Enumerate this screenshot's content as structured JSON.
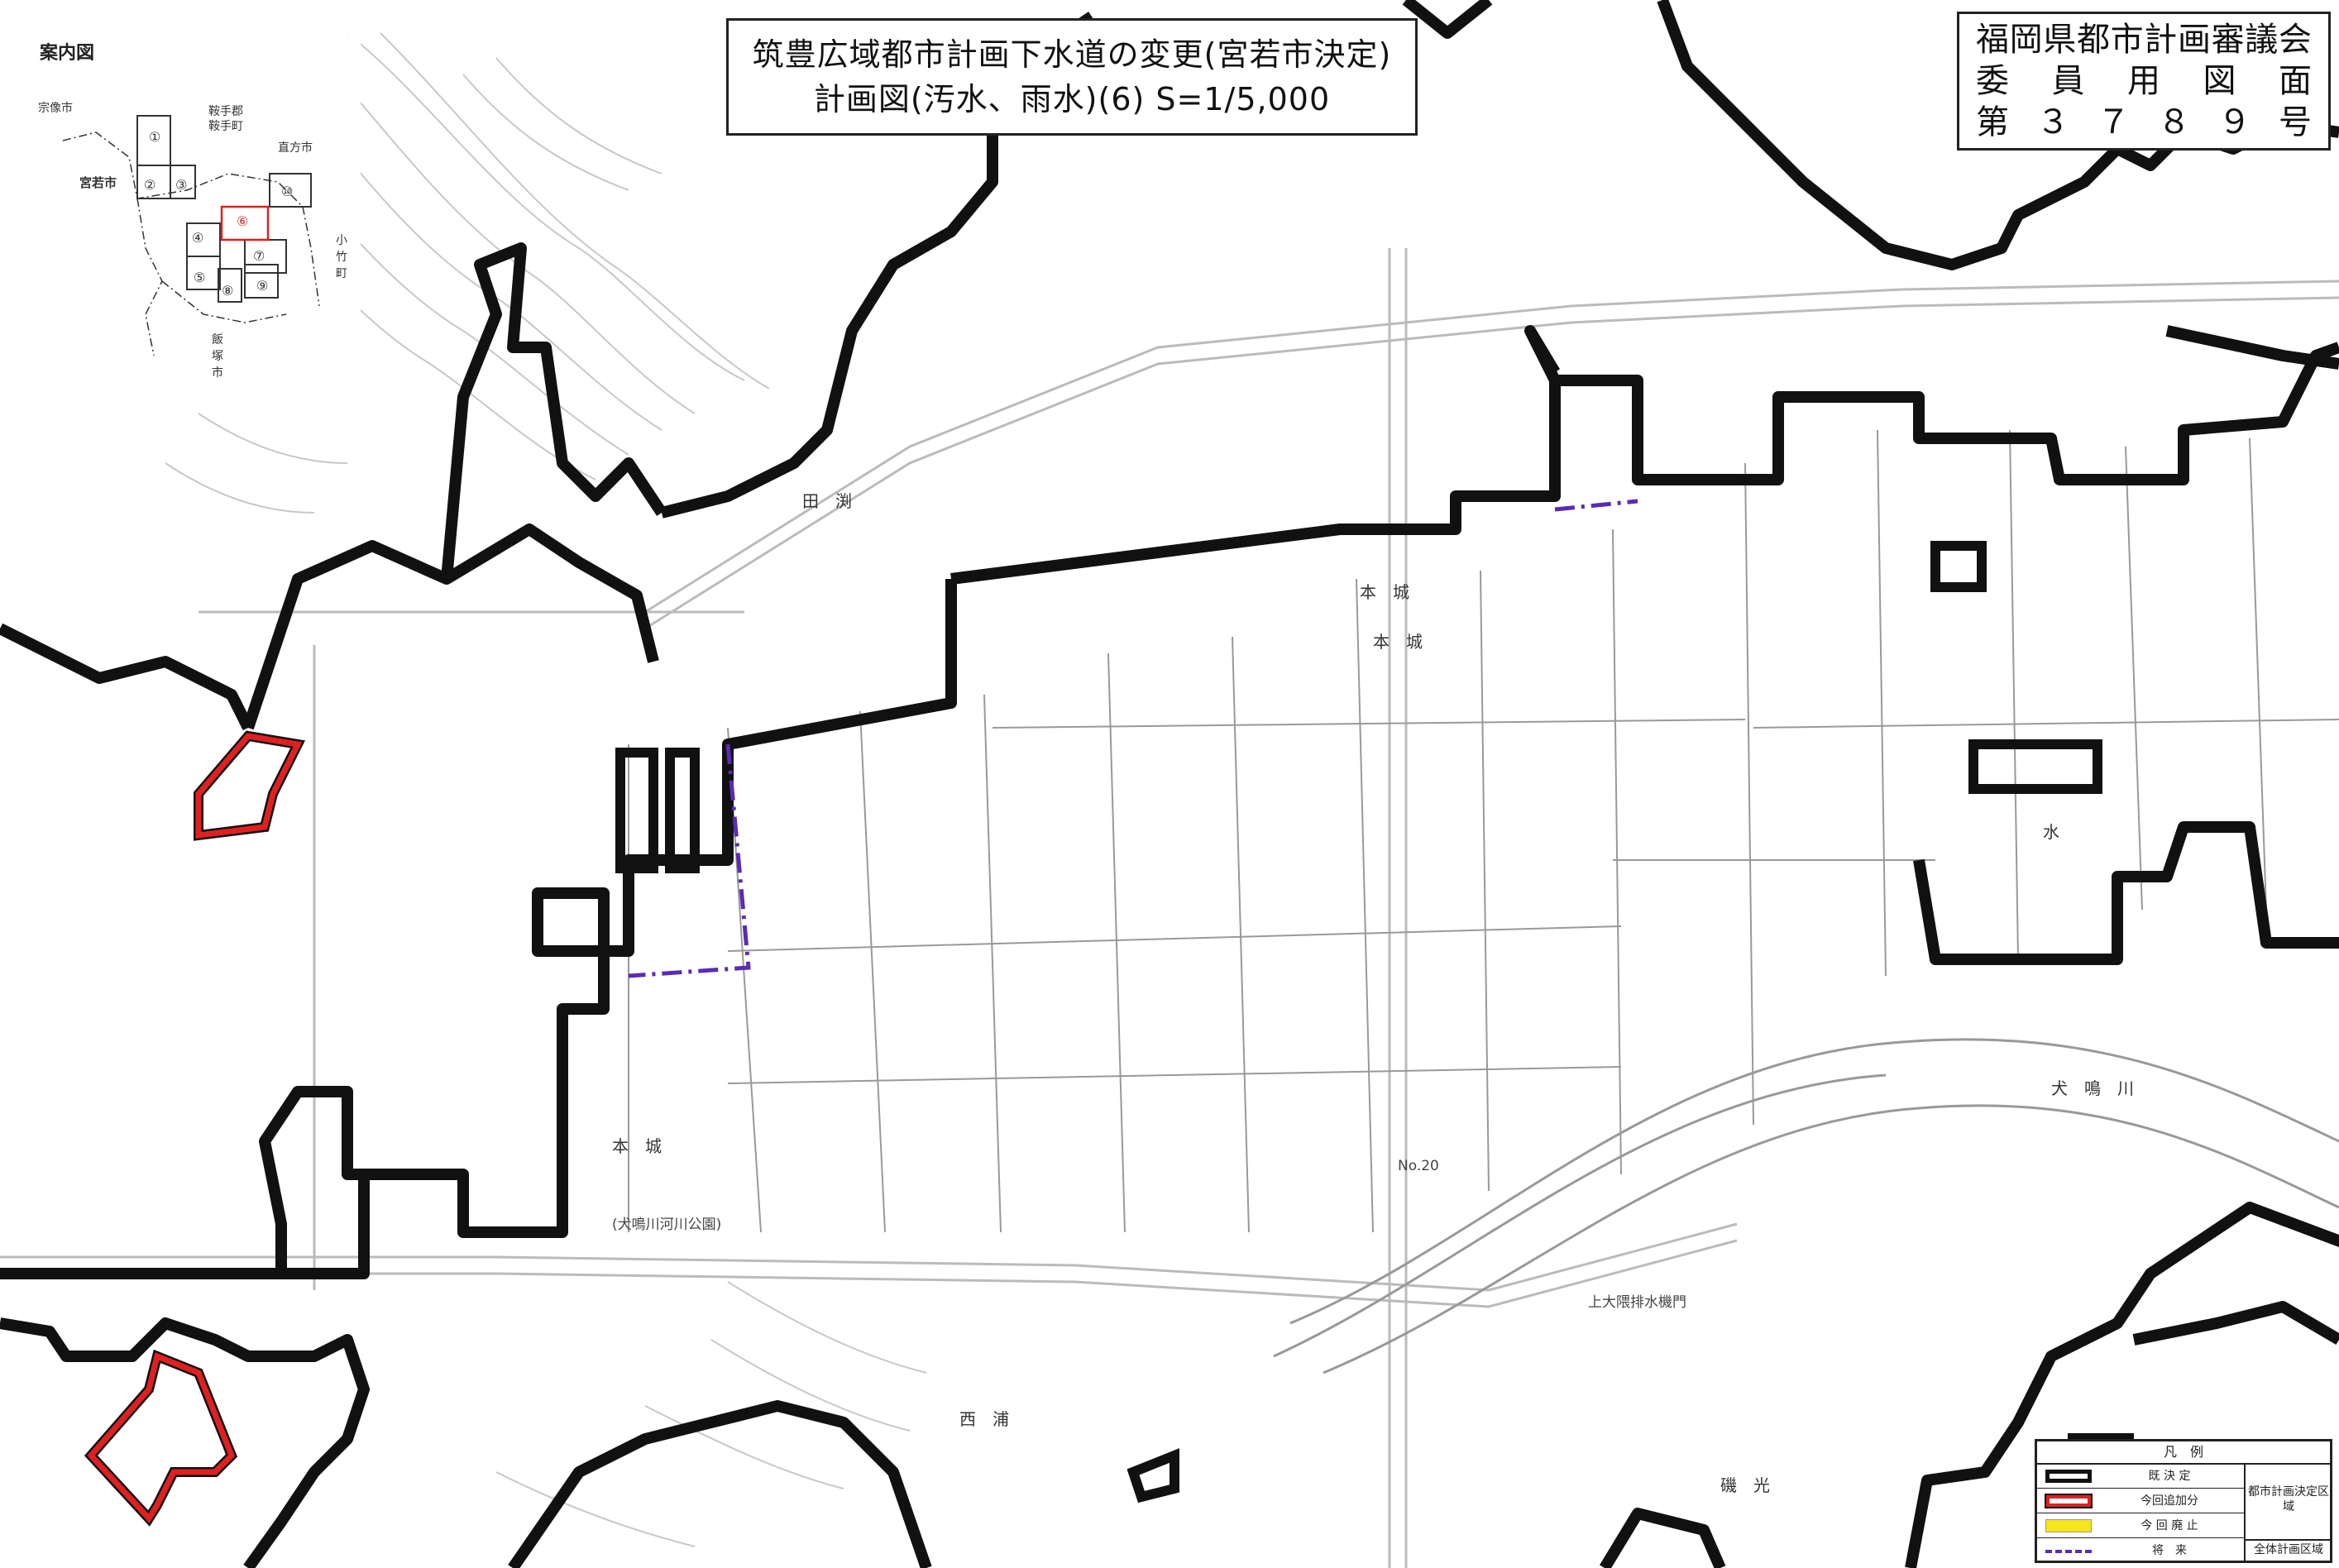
{
  "title": {
    "line1": "筑豊広域都市計画下水道の変更(宮若市決定)",
    "line2": "計画図(汚水、雨水)(6)  S=1/5,000"
  },
  "council": {
    "row1": [
      "福",
      "岡",
      "県",
      "都",
      "市",
      "計",
      "画",
      "審",
      "議",
      "会"
    ],
    "row2": [
      "委",
      "員",
      "用",
      "図",
      "面"
    ],
    "row3": [
      "第",
      "３",
      "７",
      "８",
      "９",
      "号"
    ]
  },
  "index_map": {
    "title": "案内図",
    "places": {
      "munakata": "宗像市",
      "kurate_gun": "鞍手郡",
      "kurate_machi": "鞍手町",
      "nogata": "直方市",
      "miyawaka": "宮若市",
      "kotake": "小竹町",
      "iizuka": "飯塚市"
    },
    "sheets": [
      {
        "id": "1",
        "label": "①",
        "active": false
      },
      {
        "id": "2",
        "label": "②",
        "active": false
      },
      {
        "id": "3",
        "label": "③",
        "active": false
      },
      {
        "id": "4",
        "label": "④",
        "active": false
      },
      {
        "id": "5",
        "label": "⑤",
        "active": false
      },
      {
        "id": "6",
        "label": "⑥",
        "active": true
      },
      {
        "id": "7",
        "label": "⑦",
        "active": false
      },
      {
        "id": "8",
        "label": "⑧",
        "active": false
      },
      {
        "id": "9",
        "label": "⑨",
        "active": false
      },
      {
        "id": "10",
        "label": "⑩",
        "active": false
      }
    ]
  },
  "legend": {
    "heading": "凡　例",
    "rows": [
      {
        "label": "既 決 定",
        "color": "#111111",
        "style": "thick-black"
      },
      {
        "label": "今回追加分",
        "color": "#e02020",
        "style": "red"
      },
      {
        "label": "今 回 廃 止",
        "color": "#f5e51a",
        "style": "yellow"
      },
      {
        "label": "将　来",
        "color": "#5b2bb5",
        "style": "dash-purple"
      }
    ],
    "right_top": "都市計画決定区域",
    "right_bottom": "全体計画区域"
  },
  "map_labels": {
    "honjo1": "本　城",
    "honjo2": "本　城",
    "honjo3": "本　城",
    "tabuchi": "田　渕",
    "nishiura": "西　浦",
    "isomitsu": "磯　光",
    "inunaki_river": "犬　鳴　川",
    "no20": "No.20",
    "inunaki_park": "(犬鳴川河川公園)",
    "pump": "上大隈排水機門",
    "mizu": "水"
  },
  "colors": {
    "boundary": "#111111",
    "added": "#e02020",
    "future": "#5b2bb5",
    "road": "#bbbbbb",
    "contour": "#c8c8c8"
  }
}
